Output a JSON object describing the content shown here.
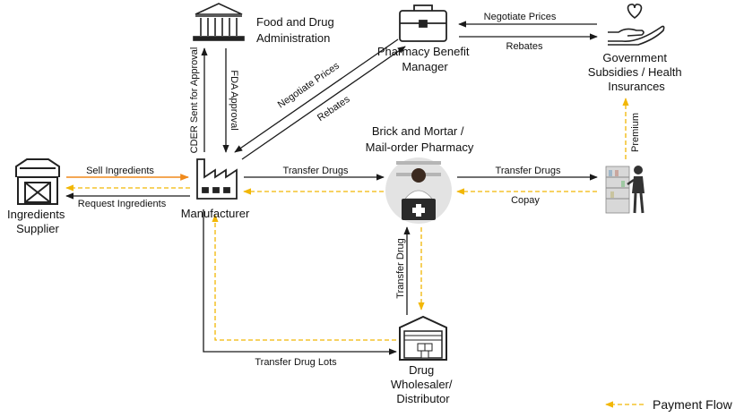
{
  "nodes": {
    "fda": {
      "lines": [
        "Food and Drug",
        "Administration"
      ],
      "icon": "government-building-icon"
    },
    "pbm": {
      "lines": [
        "Pharmacy Benefit",
        "Manager"
      ],
      "icon": "briefcase-icon"
    },
    "gov": {
      "lines": [
        "Government",
        "Subsidies / Health",
        "Insurances"
      ],
      "icon": "heart-in-hand-icon"
    },
    "supplier": {
      "lines": [
        "Ingredients",
        "Supplier"
      ],
      "icon": "barn-icon"
    },
    "manufacturer": {
      "lines": [
        "Manufacturer"
      ],
      "icon": "factory-icon"
    },
    "pharmacy": {
      "lines": [
        "Brick and Mortar /",
        "Mail-order Pharmacy"
      ],
      "icon": "pharmacist-icon"
    },
    "patient": {
      "lines": [],
      "icon": "shopper-at-shelf-icon"
    },
    "wholesaler": {
      "lines": [
        "Drug",
        "Wholesaler/",
        "Distributor"
      ],
      "icon": "warehouse-icon"
    }
  },
  "edges": {
    "negotiate_prices_top": "Negotiate Prices",
    "rebates_top": "Rebates",
    "cder_sent": "CDER Sent for Approval",
    "fda_approval": "FDA Approval",
    "negotiate_prices_diag": "Negotiate Prices",
    "rebates_diag": "Rebates",
    "premium": "Premium",
    "sell_ingredients": "Sell Ingredients",
    "request_ingredients": "Request Ingredients",
    "transfer_drugs_mp": "Transfer Drugs",
    "transfer_drugs_pc": "Transfer Drugs",
    "copay": "Copay",
    "transfer_drug_wp": "Transfer Drug",
    "transfer_drug_lots": "Transfer Drug Lots"
  },
  "legend": {
    "label": "Payment Flow"
  },
  "colors": {
    "payment": "#f2b705",
    "sell": "#f08a1c",
    "solid": "#1a1a1a"
  }
}
